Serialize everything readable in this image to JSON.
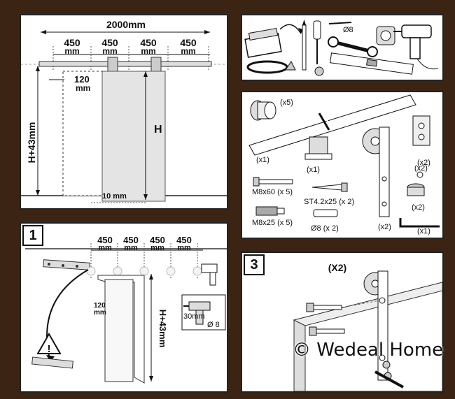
{
  "panel_top_left": {
    "total_width": "2000mm",
    "segments": [
      "450",
      "450",
      "450",
      "450"
    ],
    "segment_unit": "mm",
    "offset": "120",
    "offset_unit": "mm",
    "height_left": "H+43mm",
    "height_door": "H",
    "floor_gap": "10 mm"
  },
  "panel_tools": {
    "drill_bit_label": "Ø8"
  },
  "panel_parts": {
    "stopper_qty": "(x5)",
    "rail_qty": "(x1)",
    "floor_guide_qty": "(x1)",
    "hanger_qty": "(x2)",
    "anti_jump_qty": "(x2)",
    "bolt_long_label": "M8x60 (x 5)",
    "screw_label": "ST4.2x25 (x 2)",
    "bolt_short_label": "M8x25 (x 5)",
    "anchor_label": "Ø8 (x 2)",
    "spacer_qty": "(x2)",
    "wheel_stopper_qty": "(x2)",
    "hex_key_qty": "(x1)"
  },
  "step1": {
    "number": "1",
    "segments": [
      "450",
      "450",
      "450",
      "450"
    ],
    "segment_unit": "mm",
    "offset": "120",
    "offset_unit": "mm",
    "height": "H+43mm",
    "drill_depth": "30mm",
    "drill_dia": "Ø 8",
    "warning": "!"
  },
  "step3": {
    "number": "3",
    "multiplier": "(X2)"
  },
  "watermark": "© Wedeal Home"
}
